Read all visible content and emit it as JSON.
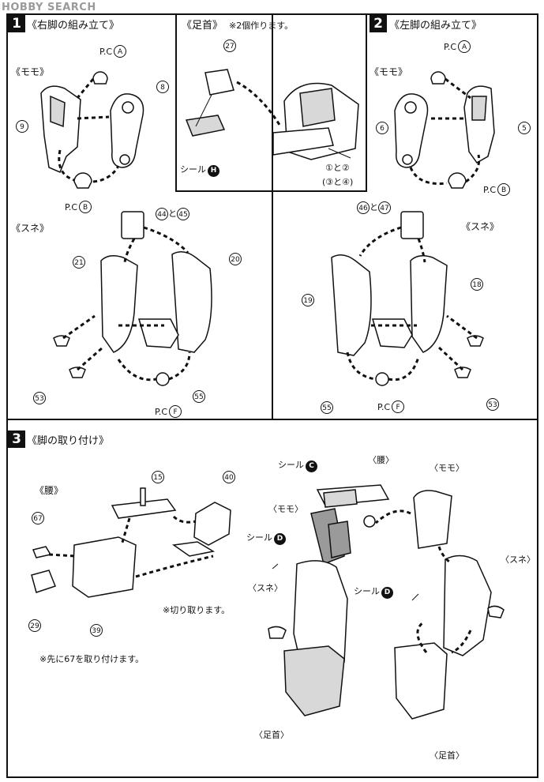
{
  "watermark": "HOBBY SEARCH",
  "step1": {
    "number": "1",
    "title": "《右脚の組み立て》",
    "momo": "《モモ》",
    "sune": "《スネ》"
  },
  "ankle": {
    "title": "《足首》",
    "note": "※2個作ります。",
    "seal_label": "シール",
    "seal_letter": "H",
    "parts_a": "①と②",
    "parts_b": "(③と④)",
    "part_27": "27"
  },
  "step2": {
    "number": "2",
    "title": "《左脚の組み立て》",
    "momo": "《モモ》",
    "sune": "《スネ》"
  },
  "step3": {
    "number": "3",
    "title": "《脚の取り付け》",
    "koshi": "《腰》",
    "cut_note": "※切り取ります。",
    "first_note": "※先に67を取り付けます。",
    "seal_label": "シール",
    "seal_c": "C",
    "seal_d": "D",
    "koshi_b": "〈腰〉",
    "momo_b": "〈モモ〉",
    "sune_b": "〈スネ〉",
    "ashikubi_b": "〈足首〉"
  },
  "labels": {
    "pc_a": "P.C",
    "pc_a_letter": "A",
    "pc_b": "P.C",
    "pc_b_letter": "B",
    "pc_f": "P.C",
    "pc_f_letter": "F",
    "and_44_45": "と",
    "and_46_47": "と"
  },
  "part_numbers": {
    "p8": "8",
    "p9": "9",
    "p5": "5",
    "p6": "6",
    "p44": "44",
    "p45": "45",
    "p46": "46",
    "p47": "47",
    "p21": "21",
    "p20": "20",
    "p19": "19",
    "p18": "18",
    "p53a": "53",
    "p55a": "55",
    "p53b": "53",
    "p55b": "55",
    "p15": "15",
    "p40": "40",
    "p67": "67",
    "p29": "29",
    "p39": "39"
  }
}
